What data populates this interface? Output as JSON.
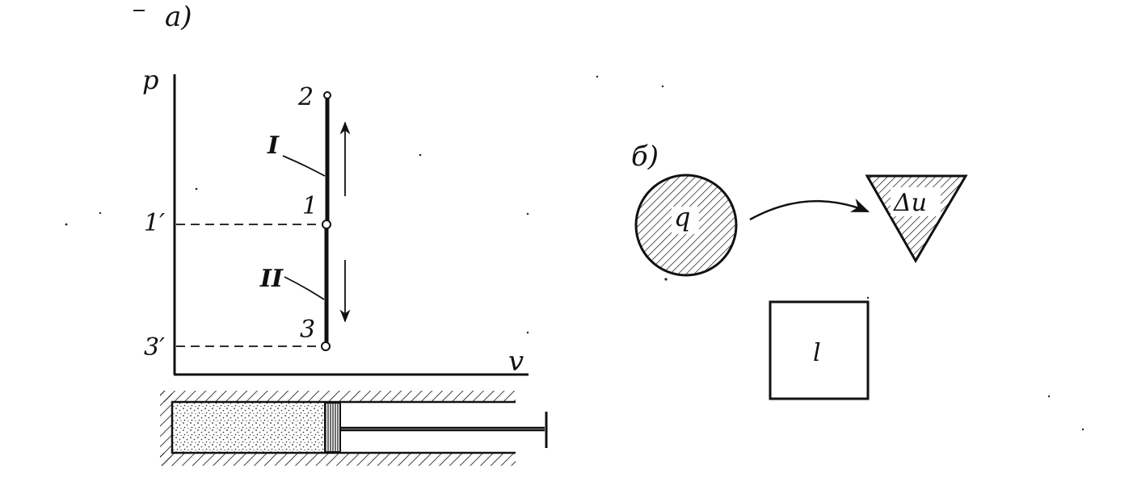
{
  "panel_a": {
    "label": "а)",
    "axis_p": "p",
    "axis_v": "v",
    "tick_1prime": "1′",
    "tick_3prime": "3′",
    "point_2": "2",
    "point_1": "1",
    "point_3": "3",
    "process_I": "I",
    "process_II": "II"
  },
  "panel_b": {
    "label": "б)",
    "circle_q": "q",
    "triangle_du": "Δu",
    "square_l": "l"
  },
  "colors": {
    "ink": "#111111",
    "background": "#ffffff"
  }
}
